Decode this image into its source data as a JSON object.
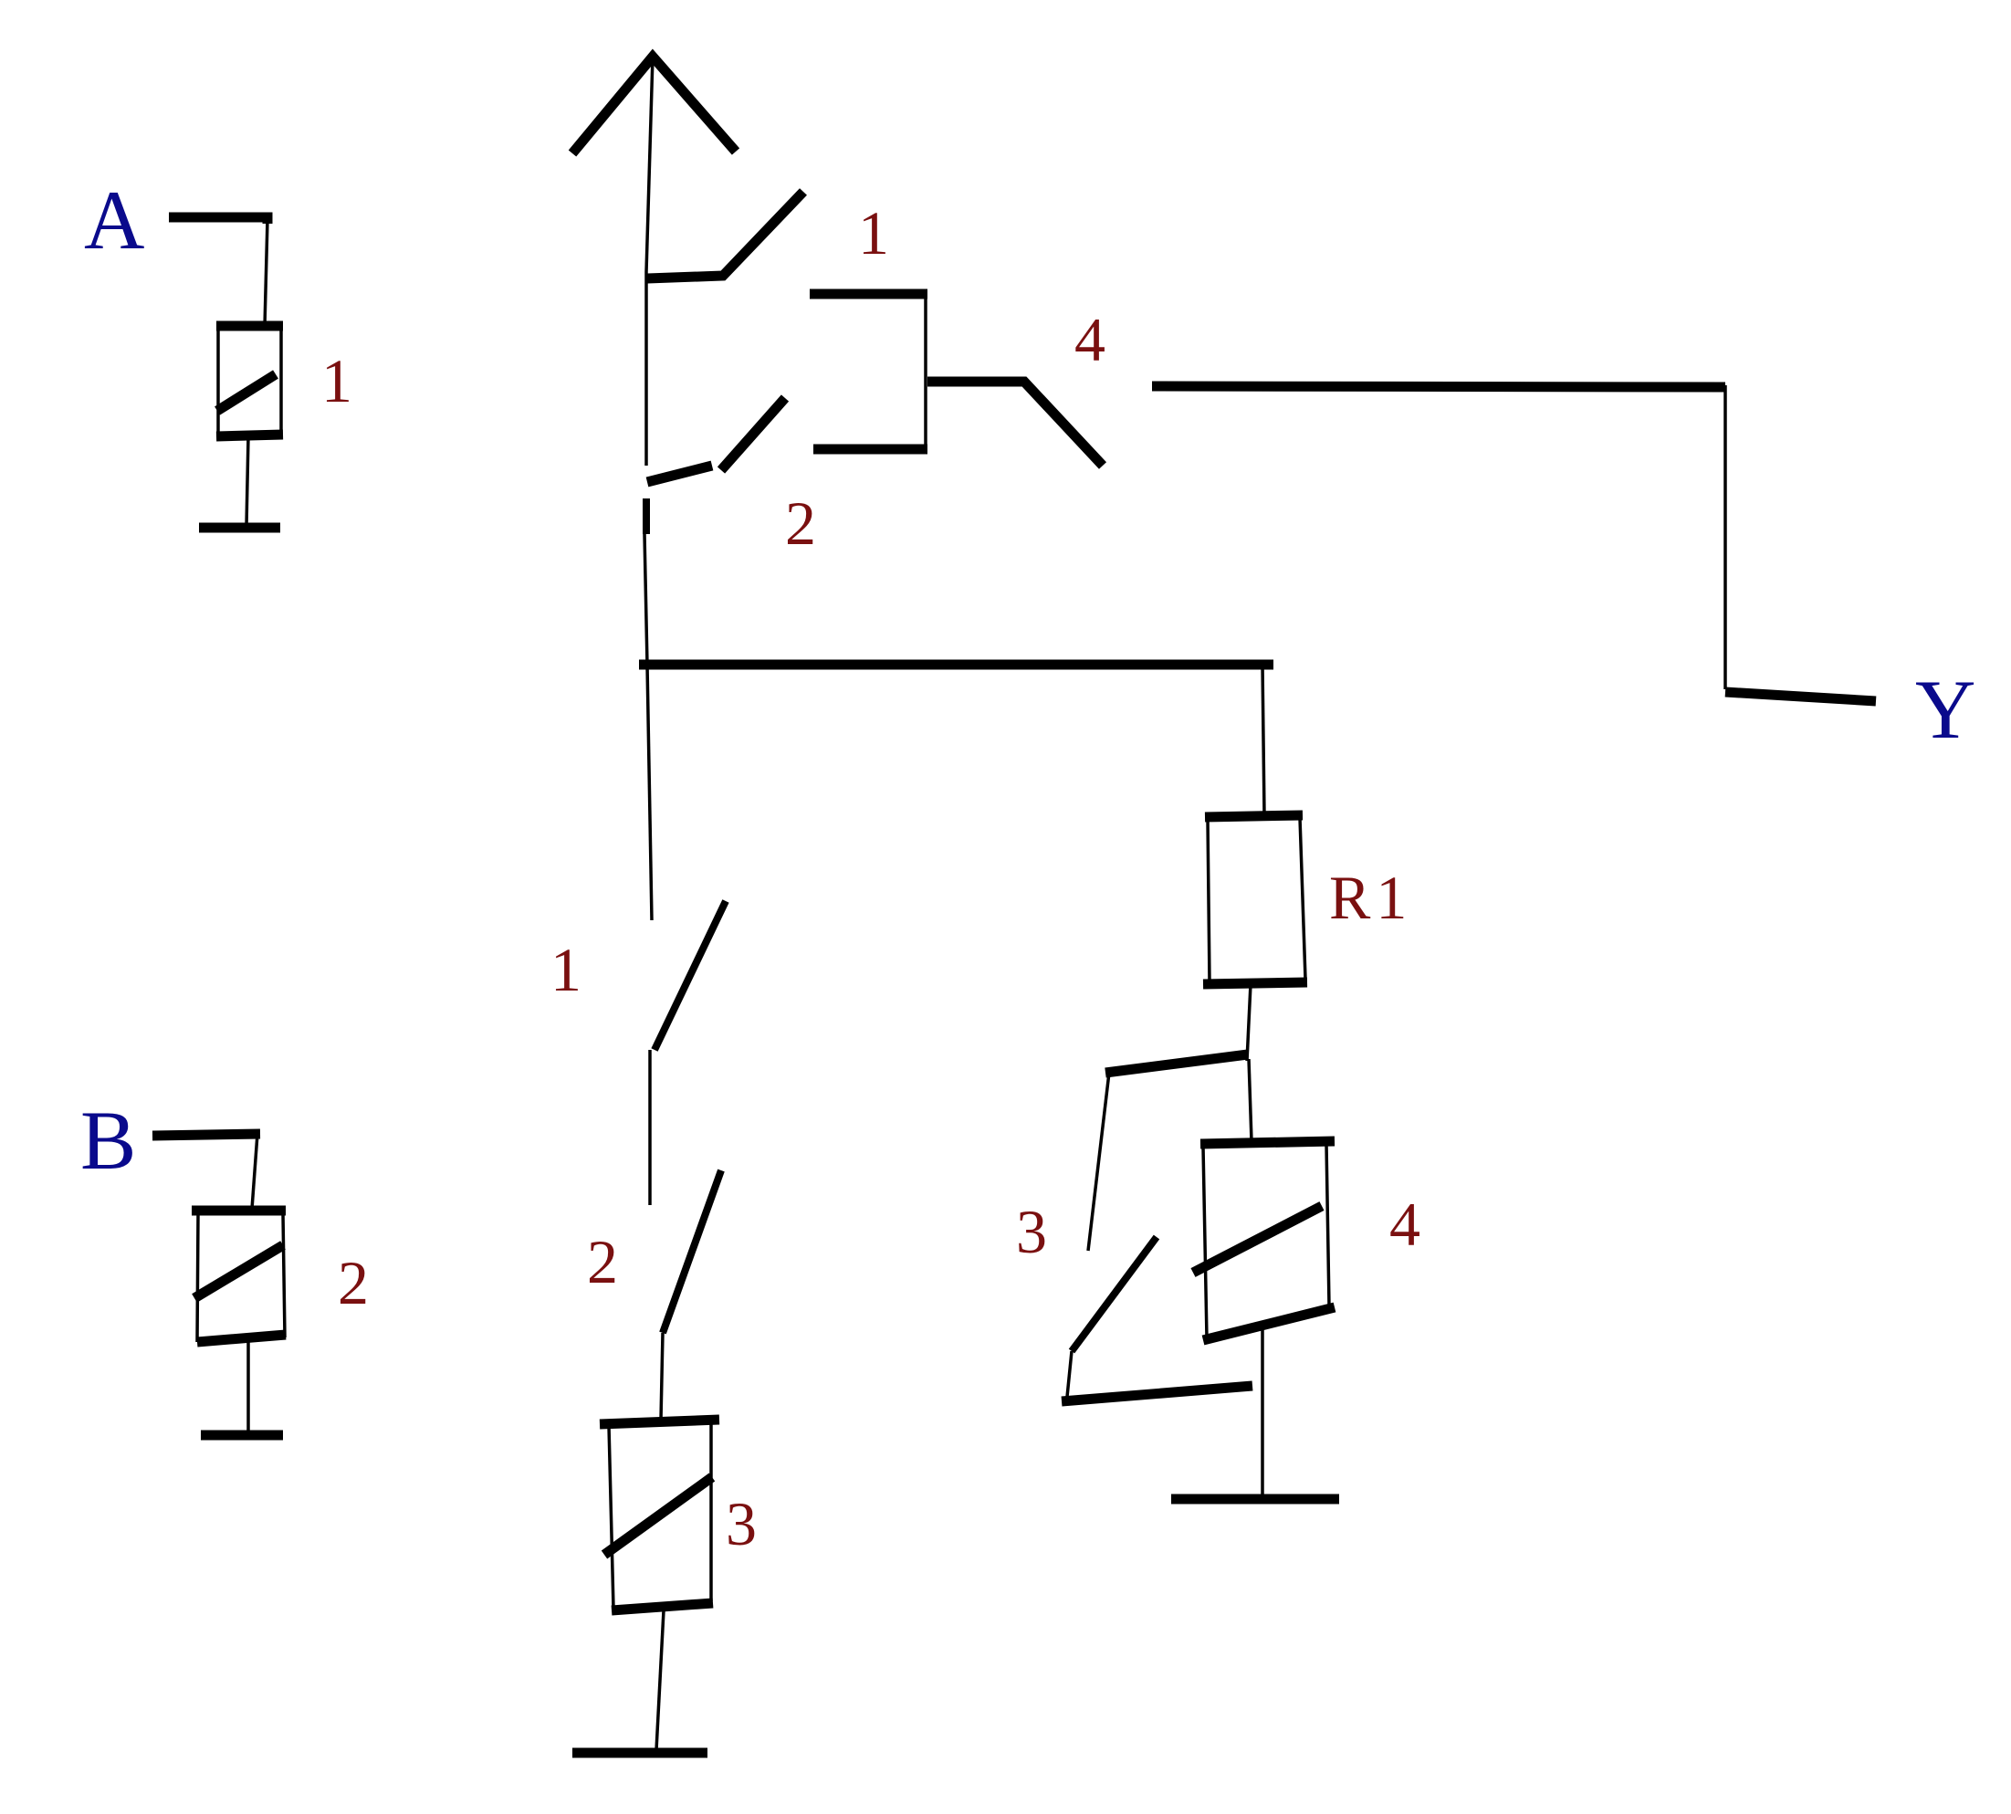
{
  "colors": {
    "wire": "#000000",
    "terminal_label": "#0a0a8c",
    "component_label": "#7a1010",
    "background": "#ffffff"
  },
  "terminals": {
    "a": "A",
    "b": "B",
    "y": "Y"
  },
  "labels": {
    "relay_a": "1",
    "relay_b": "2",
    "top_contact_1": "1",
    "top_contact_2": "2",
    "top_contact_4": "4",
    "lower_contact_1": "1",
    "lower_contact_2": "2",
    "relay_3": "3",
    "resistor": "R1",
    "relay_4_contact_3": "3",
    "relay_4": "4"
  }
}
